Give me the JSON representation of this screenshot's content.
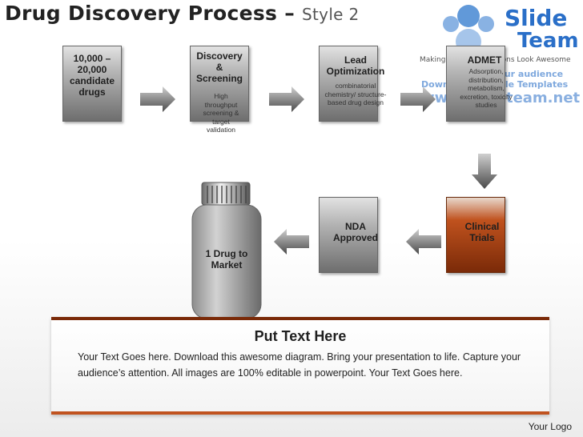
{
  "title": {
    "main": "Drug Discovery Process –",
    "sub": "Style 2"
  },
  "stages": {
    "s1": {
      "label": "10,000 – 20,000 candidate drugs"
    },
    "s2": {
      "label": "Discovery & Screening",
      "detail": "High throughput screening & target validation"
    },
    "s3": {
      "label": "Lead Optimization",
      "detail": "combinatorial chemistry/ structure-based drug design"
    },
    "s4": {
      "label": "ADMET",
      "detail": "Adsorption, distribution, metabolism, excretion, toxicity studies"
    },
    "s5": {
      "label": "Clinical Trials"
    },
    "s6": {
      "label": "NDA Approved"
    },
    "s7": {
      "label": "1 Drug to Market"
    }
  },
  "watermark": {
    "brand1": "Slide",
    "brand2": "Team",
    "tagline1": "Making Your Presentations Look Awesome",
    "tagline2": "Amaze your audience",
    "tagline3": "Download Editable Templates",
    "url": "www.Slideteam.net"
  },
  "panel": {
    "heading": "Put Text Here",
    "body": "Your Text Goes here. Download this awesome diagram. Bring your presentation to life. Capture your audience’s attention. All images are 100% editable in powerpoint. Your Text Goes here."
  },
  "footer": {
    "logo_text": "Your Logo"
  },
  "colors": {
    "accent": "#c0521e",
    "box_grey": "#8a8a8a",
    "arrow": "#5a5a5a"
  }
}
